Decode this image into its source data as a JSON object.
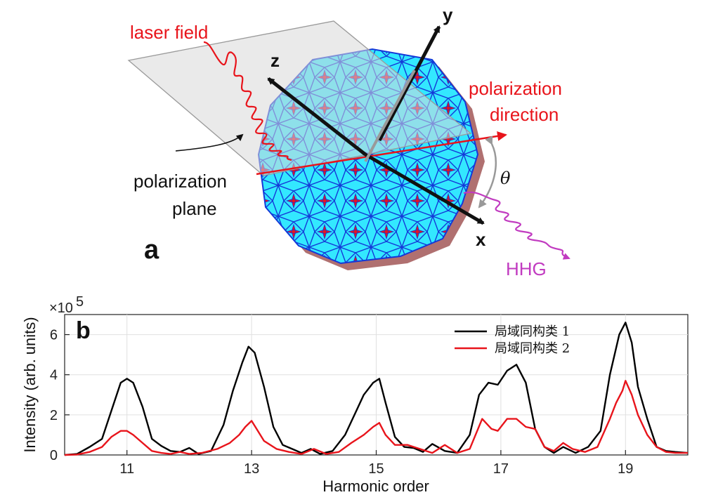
{
  "figure": {
    "panel_a": {
      "panel_label": "a",
      "laser_label": "laser field",
      "polarization_direction_line1": "polarization",
      "polarization_direction_line2": "direction",
      "plane_label_line1": "polarization",
      "plane_label_line2": "plane",
      "axis_x": "x",
      "axis_y": "y",
      "axis_z": "z",
      "angle_symbol": "θ",
      "hhg_label": "HHG",
      "colors": {
        "tile_cyan": "#33e8ff",
        "tile_red": "#e8141b",
        "tile_edge": "#1438d8",
        "shadow": "#b07070",
        "laser": "#e8141b",
        "hhg": "#c13bc0",
        "plane": "#d9d9d9"
      }
    }
  },
  "chart_data": {
    "type": "line",
    "panel_label": "b",
    "xlabel": "Harmonic order",
    "ylabel": "Intensity (arb. units)",
    "y_multiplier_base": "×10",
    "y_multiplier_exp": "5",
    "xlim": [
      10,
      20
    ],
    "ylim": [
      0,
      7
    ],
    "xticks": [
      11,
      13,
      15,
      17,
      19
    ],
    "yticks": [
      0,
      2,
      4,
      6
    ],
    "grid": true,
    "legend_position": "top-right",
    "series": [
      {
        "name": "局域同构类 1",
        "color": "#000000",
        "x": [
          10.0,
          10.2,
          10.4,
          10.6,
          10.75,
          10.9,
          11.0,
          11.1,
          11.25,
          11.4,
          11.55,
          11.7,
          11.85,
          12.0,
          12.15,
          12.35,
          12.55,
          12.7,
          12.85,
          12.95,
          13.05,
          13.2,
          13.35,
          13.5,
          13.65,
          13.8,
          13.95,
          14.1,
          14.3,
          14.5,
          14.65,
          14.8,
          14.95,
          15.05,
          15.15,
          15.3,
          15.45,
          15.6,
          15.75,
          15.9,
          16.1,
          16.3,
          16.5,
          16.65,
          16.8,
          16.95,
          17.1,
          17.25,
          17.4,
          17.55,
          17.7,
          17.85,
          18.0,
          18.2,
          18.4,
          18.6,
          18.75,
          18.9,
          19.0,
          19.1,
          19.2,
          19.35,
          19.5,
          19.65,
          19.8,
          20.0
        ],
        "values": [
          0.0,
          0.05,
          0.4,
          0.8,
          2.2,
          3.6,
          3.8,
          3.6,
          2.4,
          0.8,
          0.45,
          0.2,
          0.15,
          0.35,
          0.05,
          0.2,
          1.5,
          3.2,
          4.6,
          5.4,
          5.1,
          3.4,
          1.4,
          0.5,
          0.3,
          0.1,
          0.3,
          0.05,
          0.2,
          1.0,
          2.0,
          3.0,
          3.6,
          3.8,
          2.6,
          0.9,
          0.4,
          0.35,
          0.15,
          0.55,
          0.2,
          0.1,
          1.0,
          3.0,
          3.6,
          3.5,
          4.2,
          4.5,
          3.6,
          1.3,
          0.4,
          0.1,
          0.4,
          0.1,
          0.4,
          1.2,
          4.0,
          6.0,
          6.6,
          5.6,
          3.4,
          1.8,
          0.4,
          0.2,
          0.15,
          0.1
        ]
      },
      {
        "name": "局域同构类 2",
        "color": "#e8141b",
        "x": [
          10.0,
          10.2,
          10.4,
          10.6,
          10.75,
          10.9,
          11.0,
          11.1,
          11.25,
          11.4,
          11.55,
          11.7,
          11.85,
          12.0,
          12.2,
          12.45,
          12.65,
          12.8,
          12.9,
          13.0,
          13.1,
          13.2,
          13.4,
          13.6,
          13.8,
          14.0,
          14.2,
          14.4,
          14.6,
          14.8,
          14.95,
          15.05,
          15.15,
          15.3,
          15.5,
          15.7,
          15.9,
          16.1,
          16.3,
          16.5,
          16.7,
          16.85,
          16.95,
          17.1,
          17.25,
          17.4,
          17.55,
          17.7,
          17.85,
          18.0,
          18.15,
          18.35,
          18.55,
          18.75,
          18.85,
          18.95,
          19.0,
          19.1,
          19.2,
          19.35,
          19.5,
          19.65,
          19.8,
          20.0
        ],
        "values": [
          0.0,
          0.02,
          0.15,
          0.4,
          0.9,
          1.2,
          1.2,
          1.0,
          0.6,
          0.2,
          0.1,
          0.05,
          0.15,
          0.05,
          0.1,
          0.3,
          0.6,
          1.0,
          1.4,
          1.7,
          1.2,
          0.7,
          0.3,
          0.15,
          0.05,
          0.3,
          0.05,
          0.15,
          0.6,
          1.0,
          1.4,
          1.6,
          1.0,
          0.5,
          0.5,
          0.3,
          0.1,
          0.5,
          0.1,
          0.3,
          1.8,
          1.3,
          1.2,
          1.8,
          1.8,
          1.4,
          1.3,
          0.4,
          0.2,
          0.6,
          0.3,
          0.15,
          0.4,
          1.8,
          2.6,
          3.2,
          3.7,
          3.0,
          2.0,
          1.0,
          0.4,
          0.15,
          0.1,
          0.1
        ]
      }
    ]
  }
}
